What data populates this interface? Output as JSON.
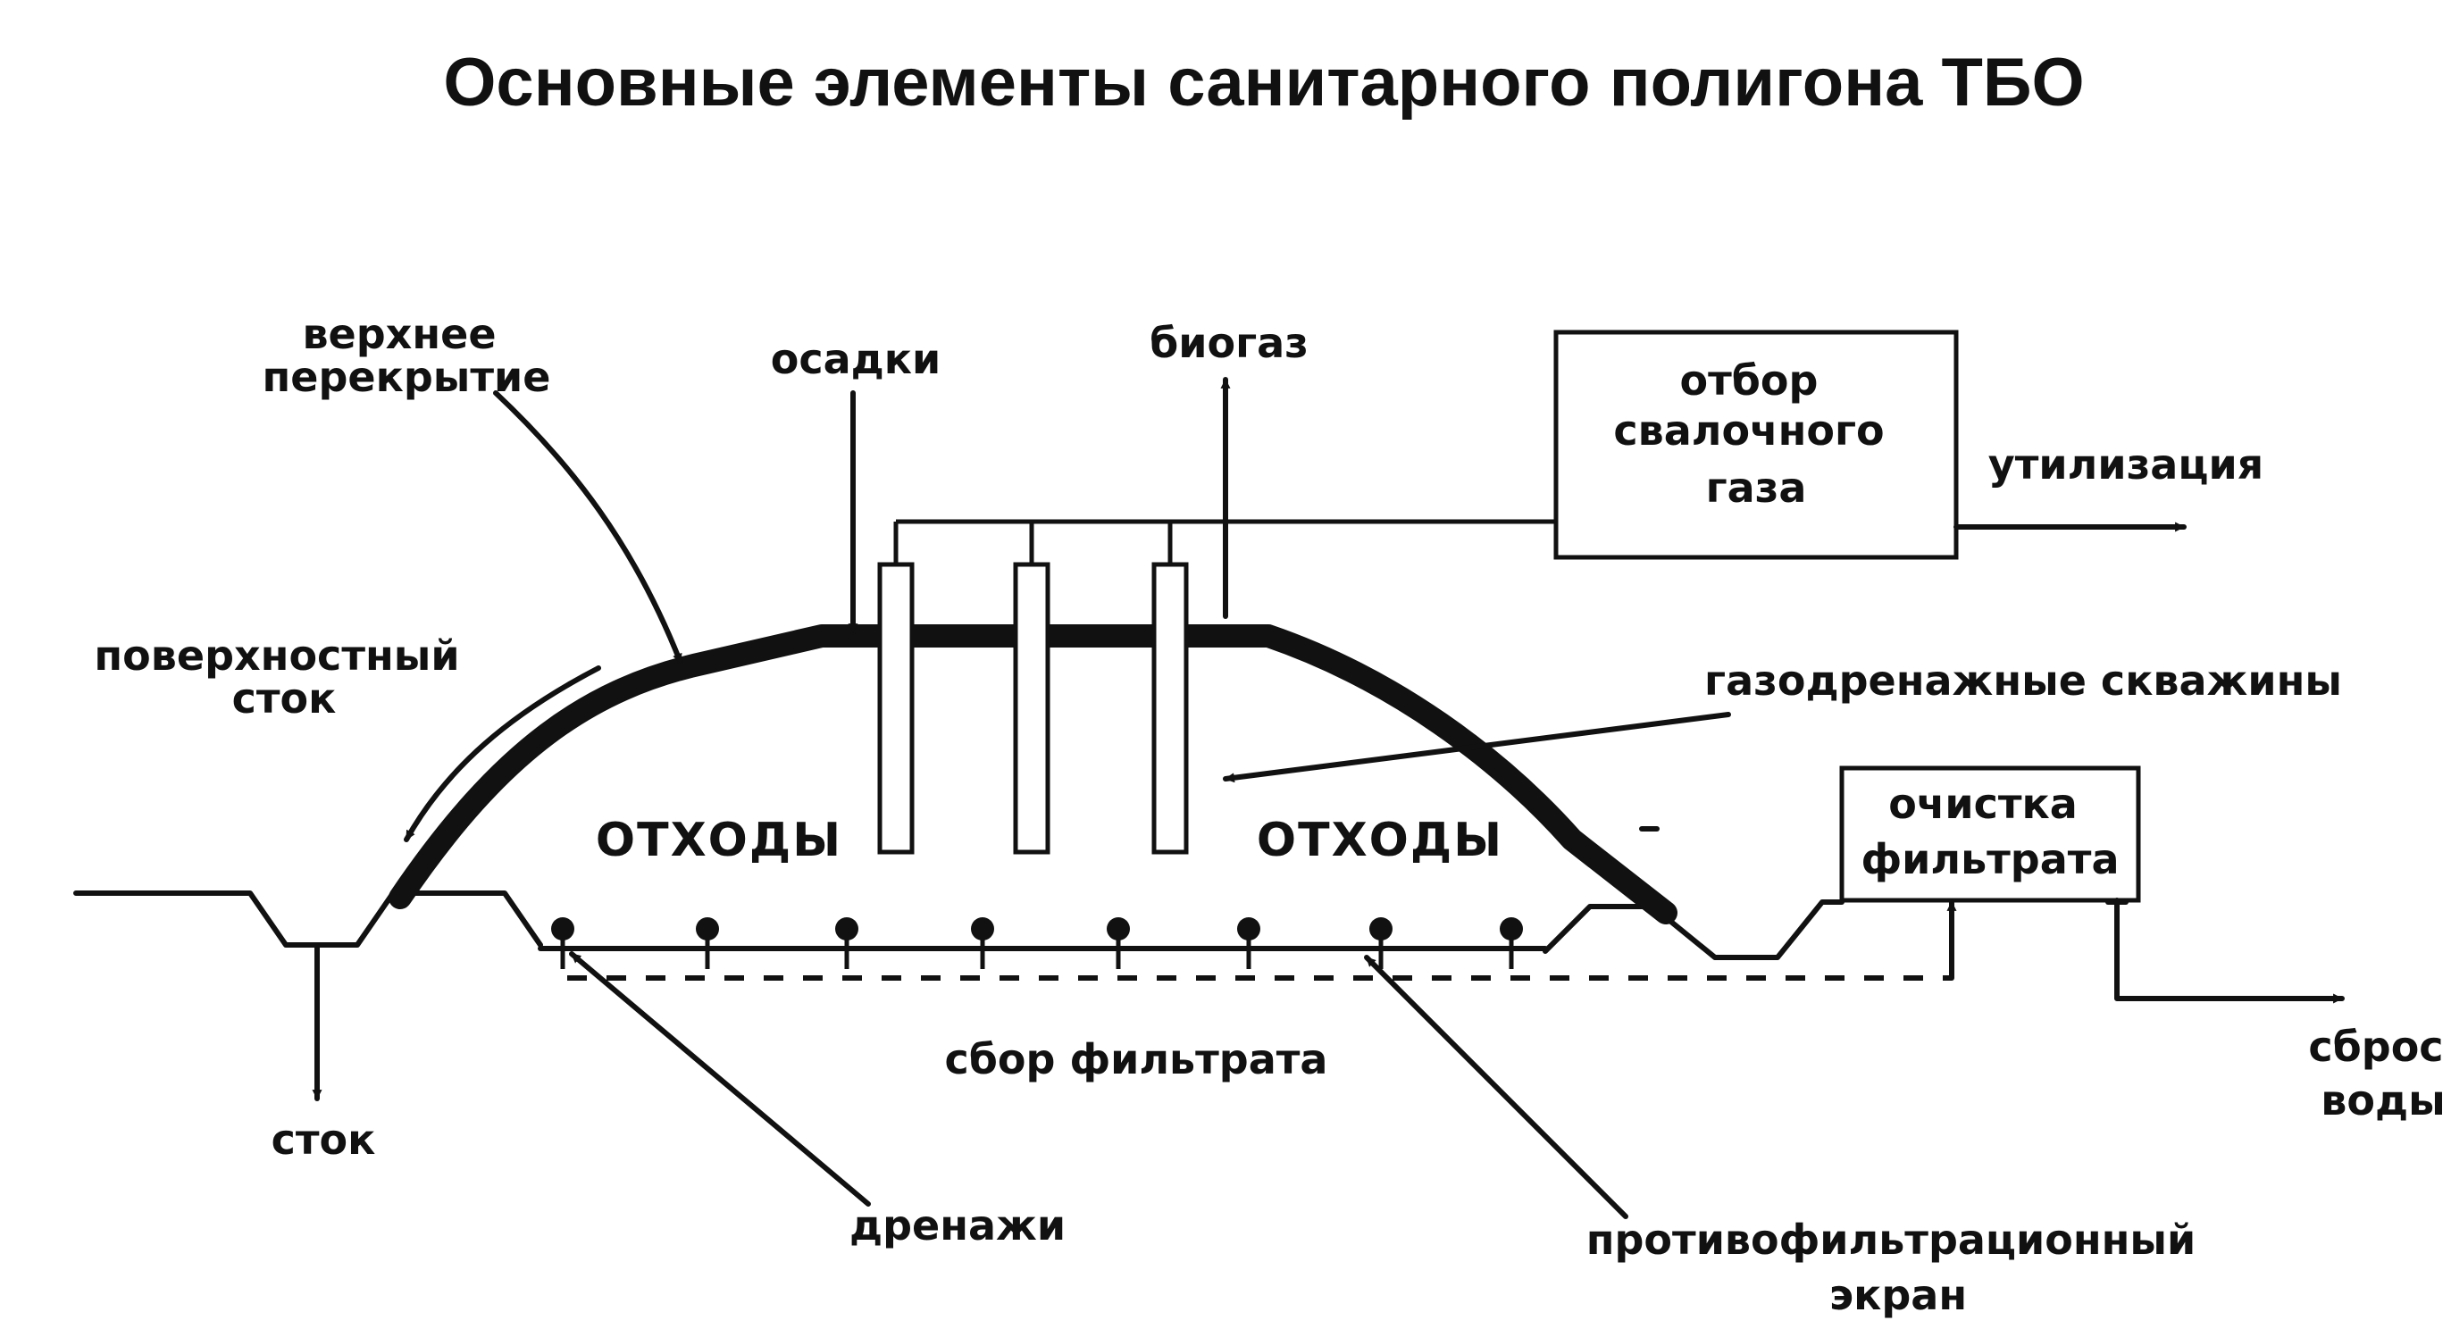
{
  "title": "Основные элементы санитарного полигона ТБО",
  "labels": {
    "upper_cover": [
      "верхнее",
      "перекрытие"
    ],
    "precipitation": "осадки",
    "biogas": "биогаз",
    "gas_extraction": [
      "отбор",
      "свалочного",
      "газа"
    ],
    "utilization": "утилизация",
    "surface_runoff": [
      "поверхностный",
      "сток"
    ],
    "gas_wells": "газодренажные скважины",
    "waste_left": "ОТХОДЫ",
    "waste_right": "ОТХОДЫ",
    "leachate_treatment": [
      "очистка",
      "фильтрата"
    ],
    "runoff": "сток",
    "leachate_collection": "сбор фильтрата",
    "water_discharge": [
      "сброс",
      "воды"
    ],
    "drains": "дренажи",
    "liner": [
      "противофильтрационный",
      "экран"
    ]
  }
}
